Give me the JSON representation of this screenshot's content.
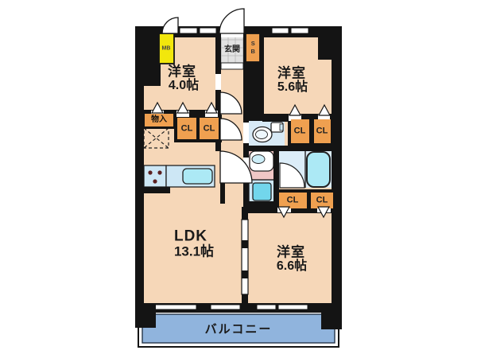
{
  "rooms": {
    "western_a": {
      "label": "洋室",
      "area": "4.0帖"
    },
    "western_b": {
      "label": "洋室",
      "area": "5.6帖"
    },
    "ldk": {
      "label": "LDK",
      "area": "13.1帖"
    },
    "western_c": {
      "label": "洋室",
      "area": "6.6帖"
    }
  },
  "spaces": {
    "balcony": "バルコニー",
    "entrance": "玄関",
    "storage": "物入",
    "closet": "CL",
    "meter_box": "MB",
    "shoe_box": "SB"
  },
  "colors": {
    "wall": "#141414",
    "room_fill": "#f6d7b8",
    "balcony_fill": "#90b4dd",
    "closet_fill": "#efa050",
    "meter_box_fill": "#f2e70c",
    "water_area_fill": "#cde7f5",
    "bathtub_fill": "#ace9f5",
    "washroom_fill": "#f0c7c6",
    "toilet_floor_fill": "#d8eaf6",
    "entrance_fill": "#e2e2e2"
  }
}
